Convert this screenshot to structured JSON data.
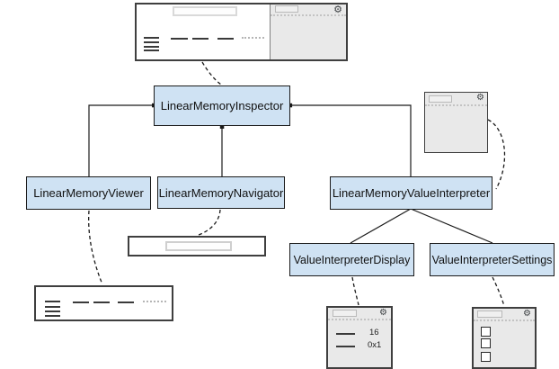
{
  "colors": {
    "node_fill": "#cfe2f3",
    "node_border": "#1b1b1b",
    "panel_fill": "#e9e9e9",
    "connector": "#1a1a1a"
  },
  "icons": {
    "gear": "⚙"
  },
  "diagram": {
    "nodes": {
      "inspector": {
        "label": "LinearMemoryInspector"
      },
      "viewer": {
        "label": "LinearMemoryViewer"
      },
      "navigator": {
        "label": "LinearMemoryNavigator"
      },
      "value_interpreter": {
        "label": "LinearMemoryValueInterpreter"
      },
      "display": {
        "label": "ValueInterpreterDisplay"
      },
      "settings": {
        "label": "ValueInterpreterSettings"
      }
    },
    "edges": [
      {
        "from": "LinearMemoryInspector",
        "to": "LinearMemoryViewer",
        "style": "solid"
      },
      {
        "from": "LinearMemoryInspector",
        "to": "LinearMemoryNavigator",
        "style": "solid"
      },
      {
        "from": "LinearMemoryInspector",
        "to": "LinearMemoryValueInterpreter",
        "style": "solid"
      },
      {
        "from": "LinearMemoryValueInterpreter",
        "to": "ValueInterpreterDisplay",
        "style": "solid"
      },
      {
        "from": "LinearMemoryValueInterpreter",
        "to": "ValueInterpreterSettings",
        "style": "solid"
      },
      {
        "from": "inspector-ui-mock",
        "to": "LinearMemoryInspector",
        "style": "dashed"
      },
      {
        "from": "interpreter-ui-mock",
        "to": "LinearMemoryValueInterpreter",
        "style": "dashed"
      },
      {
        "from": "LinearMemoryViewer",
        "to": "viewer-ui-mock",
        "style": "dashed"
      },
      {
        "from": "LinearMemoryNavigator",
        "to": "navigator-ui-mock",
        "style": "dashed"
      },
      {
        "from": "ValueInterpreterDisplay",
        "to": "display-ui-mock",
        "style": "dashed"
      },
      {
        "from": "ValueInterpreterSettings",
        "to": "settings-ui-mock",
        "style": "dashed"
      }
    ]
  },
  "mocks": {
    "display_panel": {
      "rows": [
        "16",
        "0x1"
      ]
    }
  }
}
